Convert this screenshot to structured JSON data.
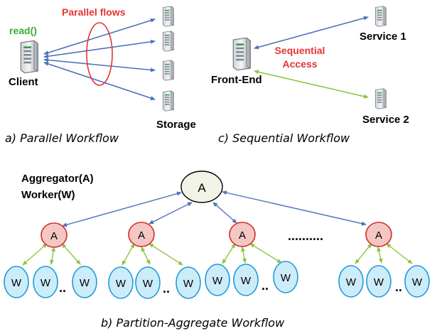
{
  "parallel": {
    "read_label": "read()",
    "flows_label": "Parallel flows",
    "client_label": "Client",
    "storage_label": "Storage",
    "caption": "a) Parallel Workflow"
  },
  "sequential": {
    "frontend_label": "Front-End",
    "service1_label": "Service 1",
    "service2_label": "Service 2",
    "access_line1": "Sequential",
    "access_line2": "Access",
    "caption": "c) Sequential Workflow"
  },
  "partition": {
    "legend_line1": "Aggregator(A)",
    "legend_line2": "Worker(W)",
    "root_label": "A",
    "agg_label": "A",
    "worker_label": "W",
    "ellipsis_short": "..",
    "ellipsis_long": "..........",
    "caption": "b) Partition-Aggregate Workflow"
  },
  "colors": {
    "arrow_blue": "#4a72b8",
    "arrow_green": "#8cc63f",
    "red_text": "#e53333",
    "green_text": "#3aaa35",
    "agg_fill": "#f4c7c3",
    "agg_stroke": "#d62a2a",
    "worker_fill": "#ccecfa",
    "worker_stroke": "#1f9ad6",
    "root_fill": "#f2f2e6"
  }
}
